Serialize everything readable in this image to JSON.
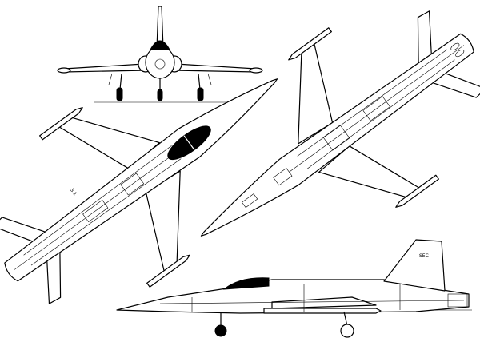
{
  "drawing": {
    "views": [
      "front",
      "top",
      "bottom",
      "side"
    ],
    "line_color": "#000000",
    "background": "#ffffff",
    "markings": {
      "tail_code": "SEC",
      "nose_code": "3.1"
    }
  }
}
